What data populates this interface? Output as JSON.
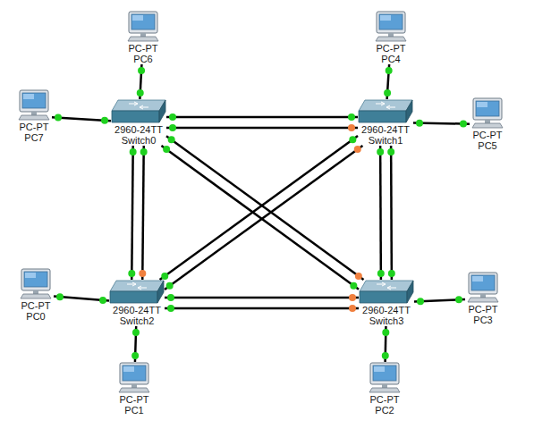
{
  "diagram": {
    "nodes": [
      {
        "text": [
          "PC-PT",
          "PC6"
        ]
      },
      {
        "text": [
          "PC-PT",
          "PC4"
        ]
      },
      {
        "text": [
          "PC-PT",
          "PC7"
        ]
      },
      {
        "text": [
          "2960-24TT",
          "Switch0"
        ]
      },
      {
        "text": [
          "2960-24TT",
          "Switch1"
        ]
      },
      {
        "text": [
          "PC-PT",
          "PC5"
        ]
      },
      {
        "text": [
          "PC-PT",
          "PC0"
        ]
      },
      {
        "text": [
          "2960-24TT",
          "Switch2"
        ]
      },
      {
        "text": [
          "2960-24TT",
          "Switch3"
        ]
      },
      {
        "text": [
          "PC-PT",
          "PC3"
        ]
      },
      {
        "text": [
          "PC-PT",
          "PC1"
        ]
      },
      {
        "text": [
          "PC-PT",
          "PC2"
        ]
      }
    ],
    "edges": [
      {
        "from": 0,
        "to": 3,
        "arrow": "none"
      },
      {
        "from": 1,
        "to": 4,
        "arrow": "none"
      },
      {
        "from": 2,
        "to": 3,
        "arrow": "none"
      },
      {
        "from": 3,
        "to": 4,
        "arrow": "none"
      },
      {
        "from": 3,
        "to": 4,
        "arrow": "none"
      },
      {
        "from": 4,
        "to": 5,
        "arrow": "none"
      },
      {
        "from": 3,
        "to": 7,
        "arrow": "none"
      },
      {
        "from": 3,
        "to": 7,
        "arrow": "none"
      },
      {
        "from": 3,
        "to": 8,
        "arrow": "none"
      },
      {
        "from": 3,
        "to": 8,
        "arrow": "none"
      },
      {
        "from": 4,
        "to": 7,
        "arrow": "none"
      },
      {
        "from": 4,
        "to": 7,
        "arrow": "none"
      },
      {
        "from": 4,
        "to": 8,
        "arrow": "none"
      },
      {
        "from": 4,
        "to": 8,
        "arrow": "none"
      },
      {
        "from": 6,
        "to": 7,
        "arrow": "none"
      },
      {
        "from": 7,
        "to": 8,
        "arrow": "none"
      },
      {
        "from": 7,
        "to": 8,
        "arrow": "none"
      },
      {
        "from": 8,
        "to": 9,
        "arrow": "none"
      },
      {
        "from": 7,
        "to": 10,
        "arrow": "none"
      },
      {
        "from": 8,
        "to": 11,
        "arrow": "none"
      }
    ]
  }
}
